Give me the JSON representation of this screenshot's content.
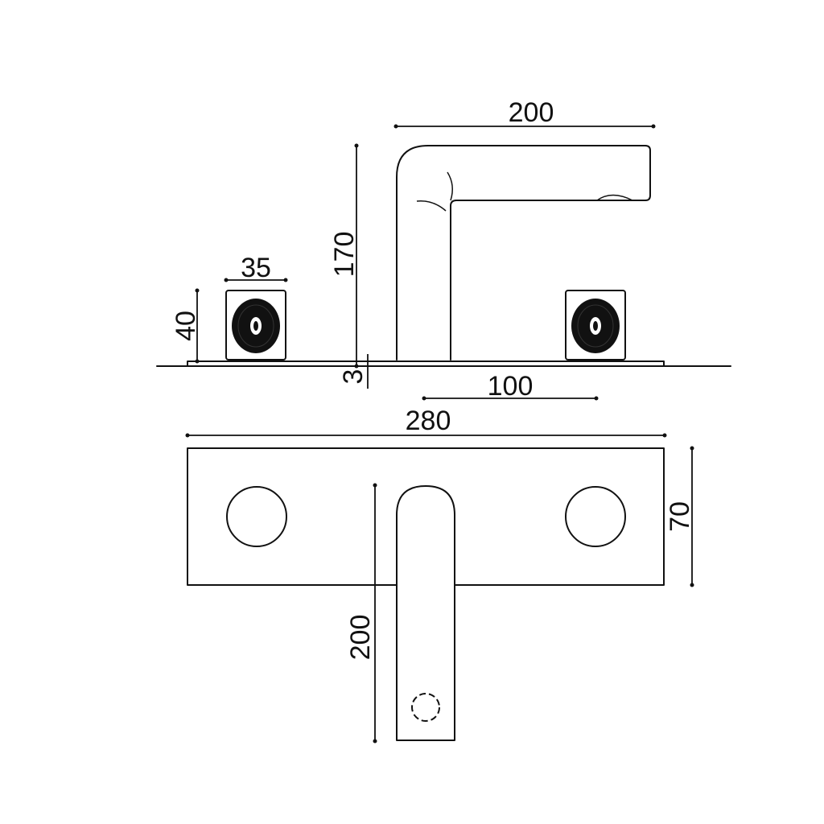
{
  "dimensions": {
    "spout_length": "200",
    "spout_height": "170",
    "handle_width": "35",
    "handle_height": "40",
    "plate_thickness": "3",
    "handle_offset": "100",
    "plate_length": "280",
    "plate_depth": "70",
    "spout_projection": "200"
  }
}
